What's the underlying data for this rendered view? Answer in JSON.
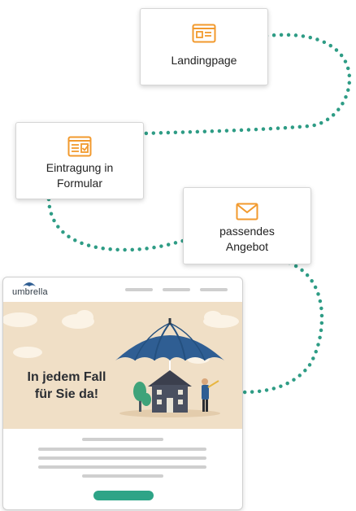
{
  "steps": [
    {
      "label": "Landingpage",
      "icon": "landing-page-icon"
    },
    {
      "label_line1": "Eintragung in",
      "label_line2": "Formular",
      "icon": "form-icon"
    },
    {
      "label_line1": "passendes",
      "label_line2": "Angebot",
      "icon": "mail-icon"
    }
  ],
  "mockup": {
    "logo_text": "umbrella",
    "hero_line1": "In jedem Fall",
    "hero_line2": "für Sie da!"
  },
  "colors": {
    "accent_orange": "#f29a2e",
    "dots_teal": "#2e9c85",
    "hero_bg": "#f0dfc6",
    "umbrella_blue": "#2f5e93",
    "button_green": "#2ea487"
  }
}
